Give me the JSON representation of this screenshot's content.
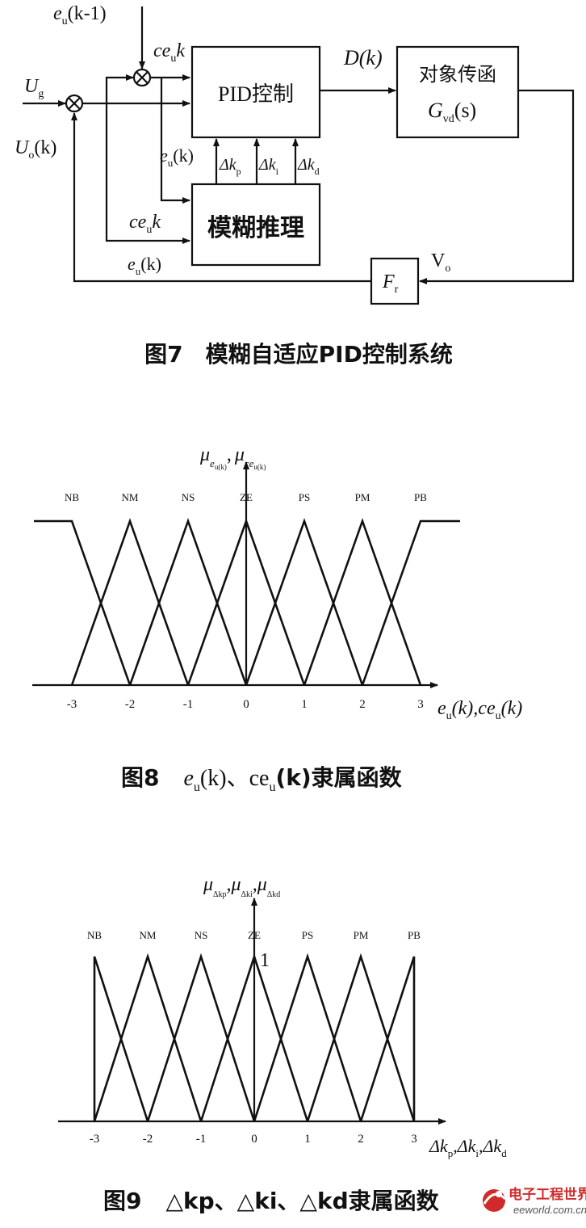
{
  "fig7": {
    "e_prev": "e",
    "e_prev_sub": "u",
    "e_prev_arg": "(k-1)",
    "ce_top": "ce",
    "ce_top_sub": "u",
    "ce_top_k": "k",
    "ug": "U",
    "ug_sub": "g",
    "uo": "U",
    "uo_sub": "o",
    "uo_arg": "(k)",
    "pid_block": "PID控制",
    "dk": "D(k)",
    "plant_line1": "对象传函",
    "plant_G": "G",
    "plant_G_sub": "vd",
    "plant_G_arg": "(s)",
    "eu_mid": "e",
    "eu_mid_sub": "u",
    "eu_mid_arg": "(k)",
    "dkp": "Δk",
    "dkp_sub": "p",
    "dki": "Δk",
    "dki_sub": "i",
    "dkd": "Δk",
    "dkd_sub": "d",
    "fuzzy_block": "模糊推理",
    "ce_low": "ce",
    "ce_low_sub": "u",
    "ce_low_k": "k",
    "eu_low": "e",
    "eu_low_sub": "u",
    "eu_low_arg": "(k)",
    "fr": "F",
    "fr_sub": "r",
    "vo": "V",
    "vo_sub": "o",
    "caption": "图7　模糊自适应PID控制系统"
  },
  "fig8": {
    "y_label_mu": "μ",
    "y_label_e": "e",
    "y_label_e_sub": "u(k)",
    "y_label_ce": "ce",
    "y_label_ce_sub": "u(k)",
    "sets": [
      "NB",
      "NM",
      "NS",
      "ZE",
      "PS",
      "PM",
      "PB"
    ],
    "ticks": [
      "-3",
      "-2",
      "-1",
      "0",
      "1",
      "2",
      "3"
    ],
    "x_label": "e",
    "x_label_sub": "u",
    "x_label_rest": "(k),ce",
    "x_label_sub2": "u",
    "x_label_end": "(k)",
    "caption_prefix": "图8",
    "caption_e": "e",
    "caption_e_sub": "u",
    "caption_mid": "(k)、ce",
    "caption_ce_sub": "u",
    "caption_end": "(k)隶属函数"
  },
  "fig9": {
    "sets": [
      "NB",
      "NM",
      "NS",
      "ZE",
      "PS",
      "PM",
      "PB"
    ],
    "ticks": [
      "-3",
      "-2",
      "-1",
      "0",
      "1",
      "2",
      "3"
    ],
    "peak_label": "1",
    "y_label": "μ",
    "y_sub_p": "Δkp",
    "y_sub_i": "Δki",
    "y_sub_d": "Δkd",
    "x_label_p": "Δk",
    "x_label_p_sub": "p",
    "x_label_i": ",Δk",
    "x_label_i_sub": "i",
    "x_label_d": ",Δk",
    "x_label_d_sub": "d",
    "caption_prefix": "图9",
    "caption_body": "△kp、△ki、△kd隶属函数"
  },
  "watermark": {
    "brand": "电子工程世界",
    "site": "eeworld.com.cn"
  }
}
